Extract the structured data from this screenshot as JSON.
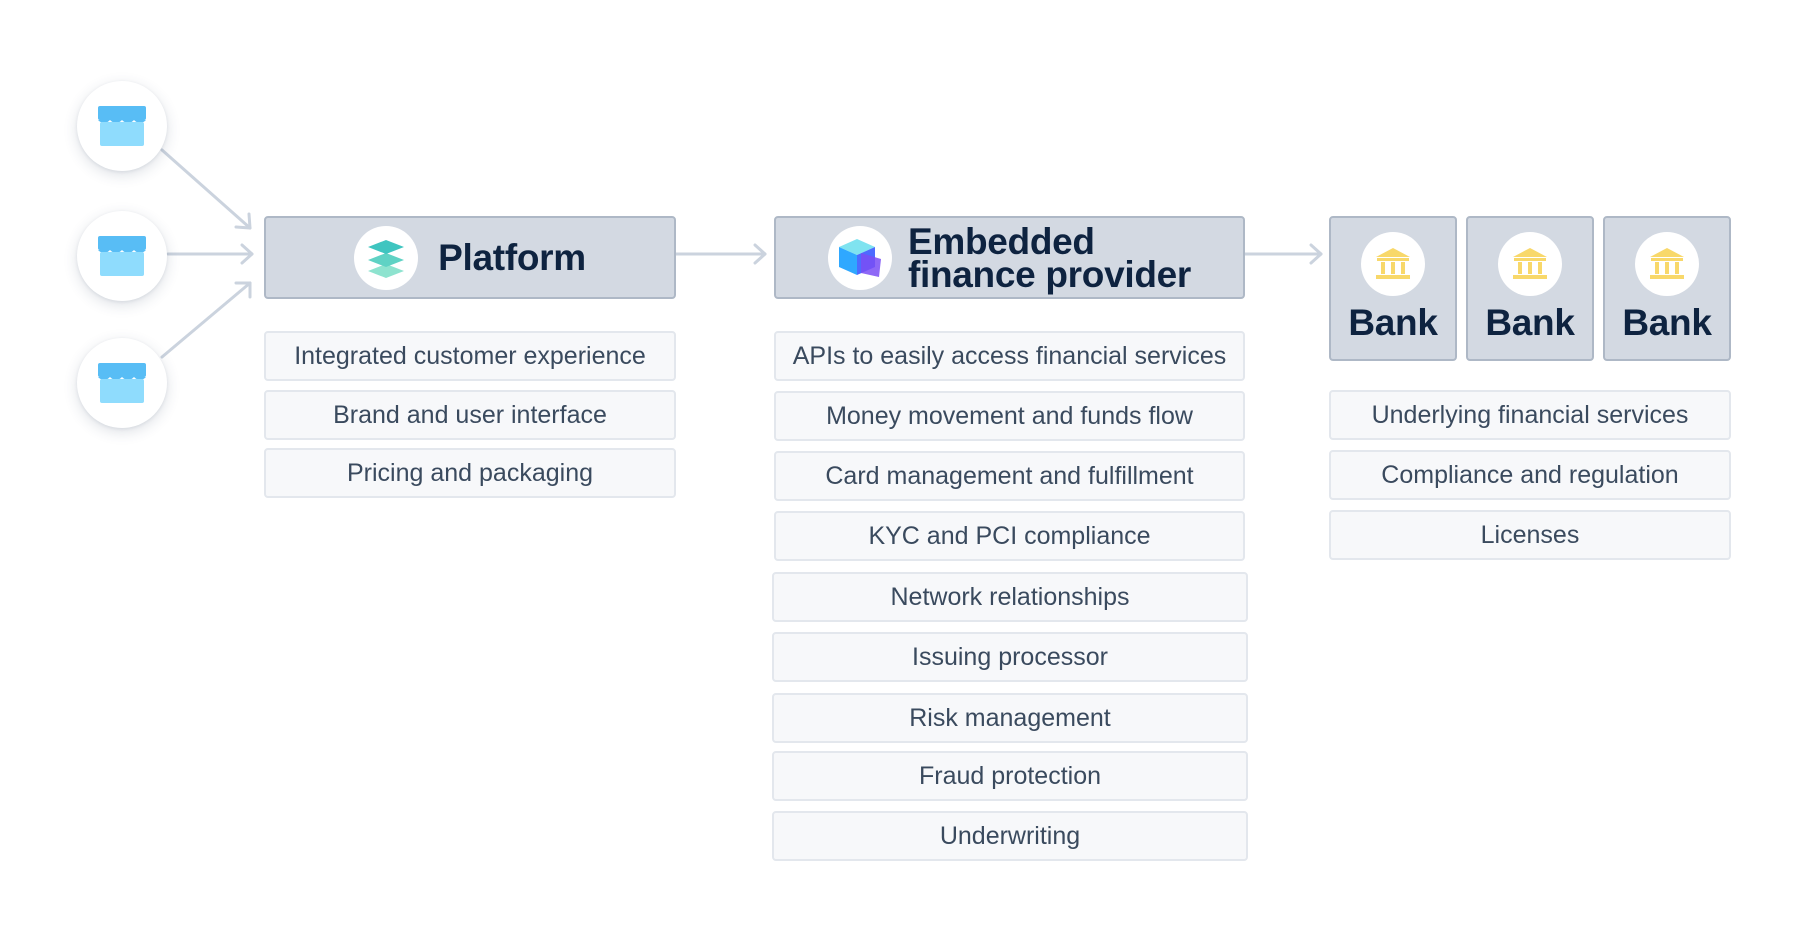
{
  "stores": [
    {
      "icon": "storefront-icon"
    },
    {
      "icon": "storefront-icon"
    },
    {
      "icon": "storefront-icon"
    }
  ],
  "platform": {
    "title": "Platform",
    "icon": "layers-icon",
    "items": [
      "Integrated customer experience",
      "Brand and user interface",
      "Pricing and packaging"
    ]
  },
  "provider": {
    "title_line1": "Embedded",
    "title_line2": "finance provider",
    "icon": "cube-icon",
    "items": [
      "APIs to easily access financial services",
      "Money movement and funds flow",
      "Card management and fulfillment",
      "KYC and PCI compliance",
      "Network relationships",
      "Issuing processor",
      "Risk management",
      "Fraud protection",
      "Underwriting"
    ]
  },
  "banks": {
    "labels": [
      "Bank",
      "Bank",
      "Bank"
    ],
    "icon": "bank-icon",
    "items": [
      "Underlying financial services",
      "Compliance and regulation",
      "Licenses"
    ]
  },
  "colors": {
    "header_bg": "#d3d9e2",
    "header_border": "#aeb8c6",
    "item_bg": "#f7f8fa",
    "title_text": "#0e2340",
    "item_text": "#3a4a5e",
    "arrow": "#cbd3de",
    "store_icon": "#7fd3fb",
    "bank_icon": "#f8d86a"
  }
}
